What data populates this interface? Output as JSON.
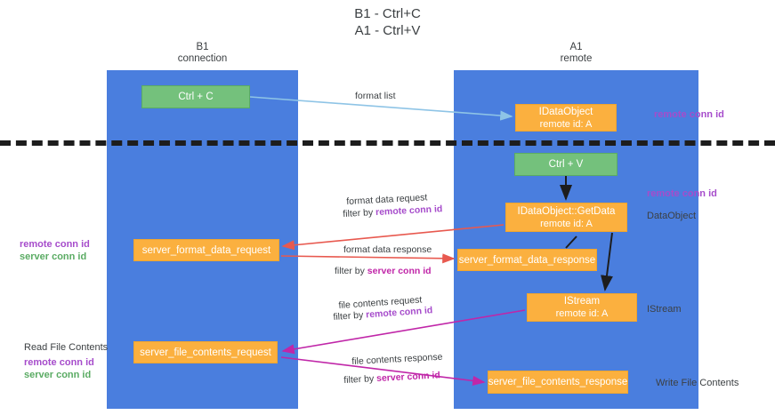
{
  "title": {
    "line1": "B1 - Ctrl+C",
    "line2": "A1 - Ctrl+V"
  },
  "lanes": [
    {
      "id": "b1",
      "title": "B1",
      "subtitle": "connection",
      "color": "#4a7ede"
    },
    {
      "id": "a1",
      "title": "A1",
      "subtitle": "remote",
      "color": "#4a7ede"
    }
  ],
  "nodes": {
    "ctrl_c": {
      "label": "Ctrl + C",
      "color": "#74c17c"
    },
    "idataobject": {
      "label": "IDataObject",
      "sub": "remote id: A",
      "color": "#fbb03f"
    },
    "ctrl_v": {
      "label": "Ctrl + V",
      "color": "#74c17c"
    },
    "getdata": {
      "label": "IDataObject::GetData",
      "sub": "remote id: A",
      "color": "#fbb03f"
    },
    "server_format_data_request": {
      "label": "server_format_data_request",
      "color": "#fbb03f"
    },
    "server_format_data_response": {
      "label": "server_format_data_response",
      "color": "#fbb03f"
    },
    "istream": {
      "label": "IStream",
      "sub": "remote id: A",
      "color": "#fbb03f"
    },
    "server_file_contents_request": {
      "label": "server_file_contents_request",
      "color": "#fbb03f"
    },
    "server_file_contents_response": {
      "label": "server_file_contents_response",
      "color": "#fbb03f"
    }
  },
  "edge_labels": {
    "format_list": "format list",
    "format_data_request": "format data request",
    "format_data_request_filter_prefix": "filter by ",
    "format_data_request_filter_key": "remote conn id",
    "format_data_response": "format data response",
    "format_data_response_filter_prefix": "filter by ",
    "format_data_response_filter_key": "server conn id",
    "file_contents_request": "file contents request",
    "file_contents_request_filter_prefix": "filter by ",
    "file_contents_request_filter_key": "remote conn id",
    "file_contents_response": "file contents response",
    "file_contents_response_filter_prefix": "filter by ",
    "file_contents_response_filter_key": "server conn id"
  },
  "annotations": {
    "remote_conn_id_top": "remote conn id",
    "remote_conn_id_mid": "remote conn id",
    "dataobject": "DataObject",
    "istream": "IStream",
    "write_file_contents": "Write File Contents",
    "read_file_contents": "Read File Contents",
    "left_remote_conn_id_1": "remote conn id",
    "left_server_conn_id_1": "server conn id",
    "left_remote_conn_id_2": "remote conn id",
    "left_server_conn_id_2": "server conn id"
  },
  "colors": {
    "lane": "#4a7ede",
    "green_node": "#74c17c",
    "orange_node": "#fbb03f",
    "purple": "#a64ccb",
    "green_text": "#5aab63",
    "magenta": "#c026a8",
    "arrow_blue": "#8ec4e6",
    "arrow_red": "#e8594f",
    "arrow_black": "#1d1d1d",
    "divider": "#1d1d1d"
  }
}
